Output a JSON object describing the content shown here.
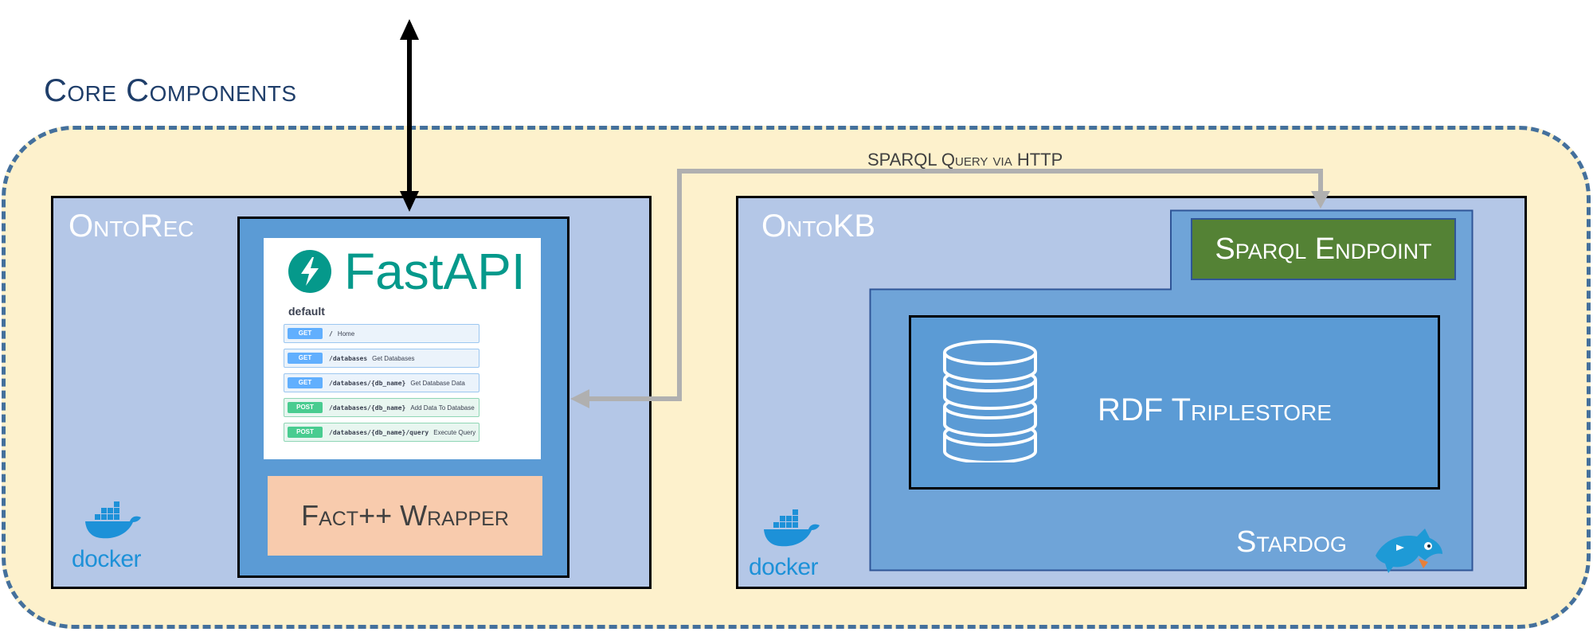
{
  "core_title": "Core Components",
  "ontorec": {
    "title": "OntoRec",
    "fastapi": {
      "brand": "FastAPI",
      "section": "default",
      "routes": [
        {
          "method": "GET",
          "path": "/",
          "desc": "Home"
        },
        {
          "method": "GET",
          "path": "/databases",
          "desc": "Get Databases"
        },
        {
          "method": "GET",
          "path": "/databases/{db_name}",
          "desc": "Get Database Data"
        },
        {
          "method": "POST",
          "path": "/databases/{db_name}",
          "desc": "Add Data To Database"
        },
        {
          "method": "POST",
          "path": "/databases/{db_name}/query",
          "desc": "Execute Query"
        }
      ]
    },
    "fact_wrapper": "Fact++ Wrapper",
    "docker_label": "docker"
  },
  "ontokb": {
    "title": "OntoKB",
    "sparql_endpoint": "Sparql Endpoint",
    "rdf_triplestore": "RDF Triplestore",
    "stardog": "Stardog",
    "docker_label": "docker"
  },
  "edge_label": "SPARQL Query via HTTP",
  "colors": {
    "core_background": "#fdf1cc",
    "core_border": "#44709c",
    "panel": "#b4c7e7",
    "inner_blue": "#5b9bd5",
    "stardog_blue": "#6fa4d8",
    "sparql_green": "#548235",
    "fact_orange": "#f8cbad",
    "fastapi_teal": "#05998b",
    "docker_blue": "#1d91d8",
    "arrow_gray": "#b0b0b0"
  }
}
